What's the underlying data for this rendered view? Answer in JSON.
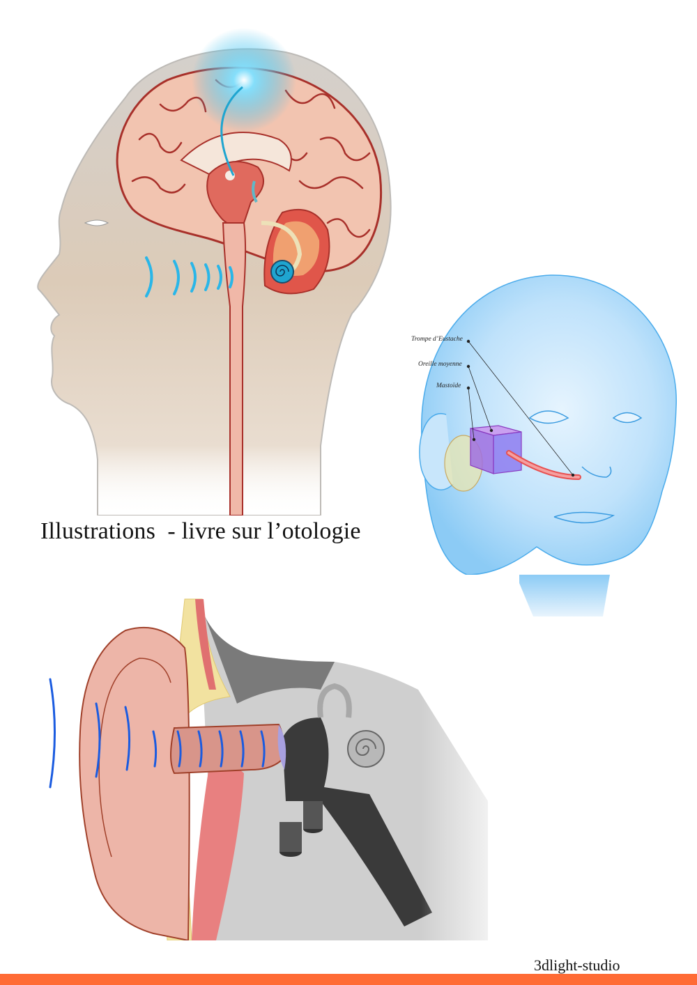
{
  "page": {
    "title": "Illustrations  - livre sur l’otologie",
    "credit": "3dlight-studio"
  },
  "illustrations": [
    {
      "name": "head-brain-auditory-pathway",
      "description": "Sagittal head profile with brain, auditory pathway and sound waves"
    },
    {
      "name": "blue-face-ear-anatomy",
      "description": "Blue translucent face with labelled middle ear structures"
    },
    {
      "name": "ear-cross-section",
      "description": "Cross-section of outer, middle and inner ear with sound waves"
    }
  ],
  "face_labels": {
    "trompe": "Trompe d’Eustache",
    "oreille": "Oreille moyenne",
    "mastoide": "Mastoïde"
  },
  "colors": {
    "footer_bar": "#FF6B35",
    "brain_fill": "#F2C4B0",
    "brain_outline": "#A8302A",
    "head_skin": "#D8CCC0",
    "sound_wave": "#29B6E8",
    "face_blue": "#8CCBF5",
    "ear_pink": "#E7A8A0",
    "ear_wave": "#1A5BE0"
  }
}
